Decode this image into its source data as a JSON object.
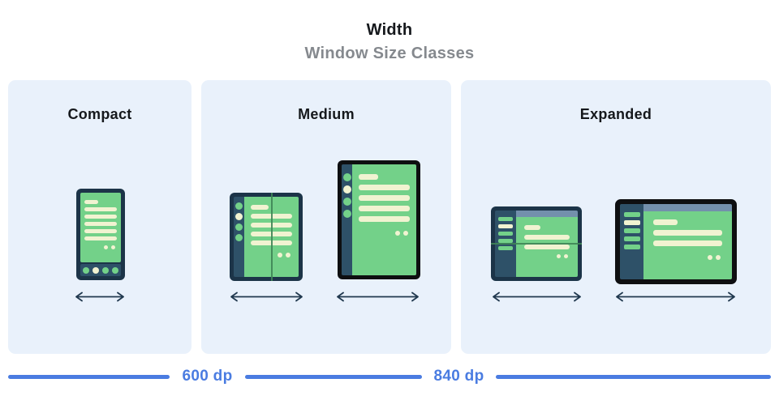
{
  "header": {
    "title": "Width",
    "subtitle": "Window Size Classes"
  },
  "panels": [
    {
      "id": "compact",
      "label": "Compact",
      "devices": [
        "phone-portrait"
      ]
    },
    {
      "id": "medium",
      "label": "Medium",
      "devices": [
        "foldable-open-portrait",
        "tablet-portrait"
      ]
    },
    {
      "id": "expanded",
      "label": "Expanded",
      "devices": [
        "foldable-open-landscape",
        "tablet-landscape"
      ]
    }
  ],
  "ruler": {
    "labels": [
      "600 dp",
      "840 dp"
    ]
  },
  "colors": {
    "background": "#ffffff",
    "panel_bg": "#e9f1fb",
    "title_text": "#15181c",
    "subtitle_text": "#85898e",
    "accent_blue": "#4a7ce1",
    "frame_navy": "#1c3448",
    "frame_black": "#0e0f11",
    "rail_navy": "#2e5168",
    "screen_green": "#73d189",
    "fold_green": "#3f8457",
    "skeleton_cream": "#f1f3d1",
    "topbar_slate": "#7390ac",
    "arrow_navy": "#21394f"
  }
}
